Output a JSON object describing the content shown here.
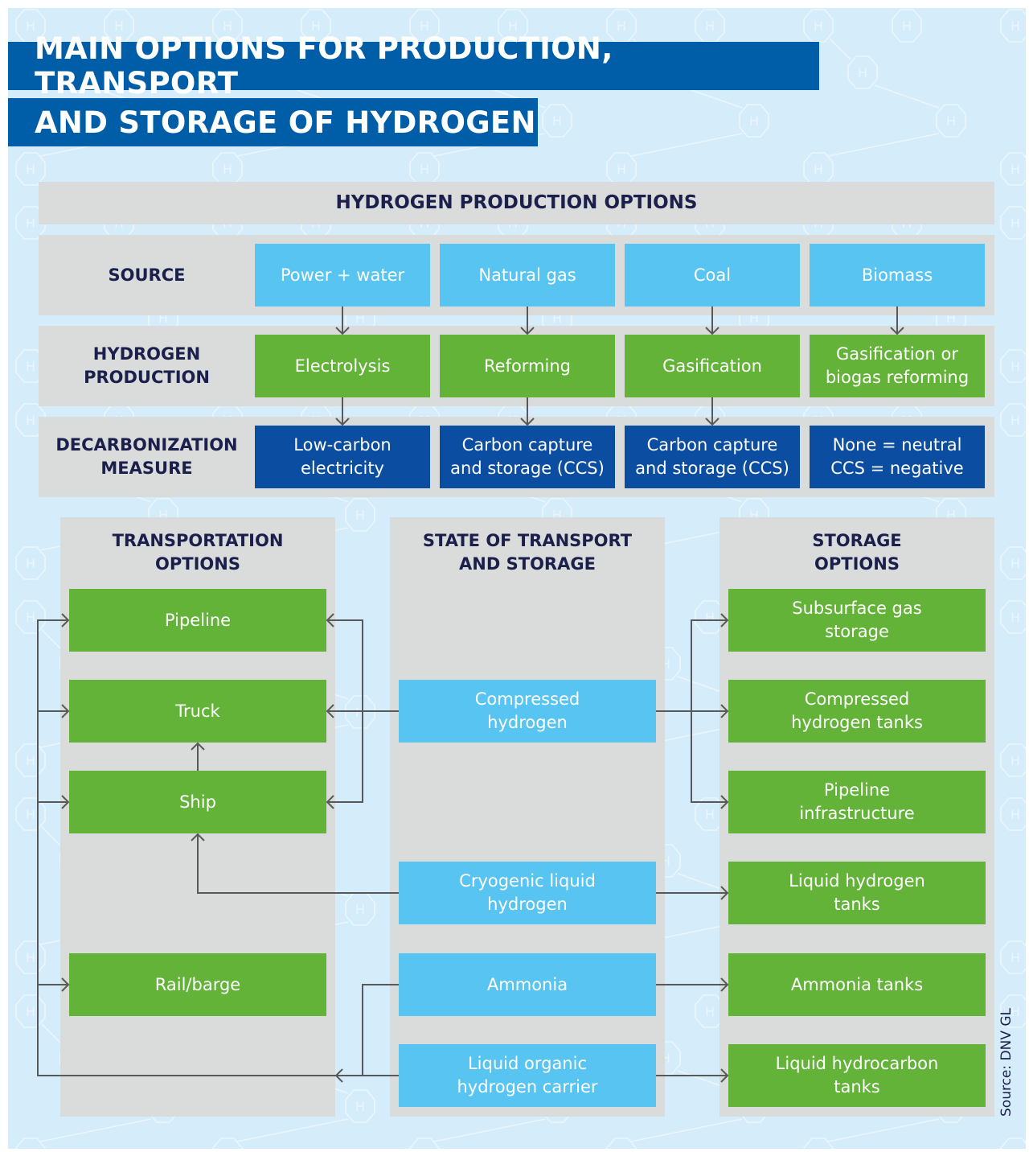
{
  "title": {
    "line1": "MAIN OPTIONS FOR PRODUCTION, TRANSPORT",
    "line2": "AND STORAGE OF HYDROGEN"
  },
  "production": {
    "header": "HYDROGEN PRODUCTION OPTIONS",
    "rows": [
      {
        "label": "SOURCE",
        "cells": [
          "Power + water",
          "Natural gas",
          "Coal",
          "Biomass"
        ]
      },
      {
        "label": "HYDROGEN PRODUCTION",
        "cells": [
          "Electrolysis",
          "Reforming",
          "Gasification",
          "Gasification or biogas reforming"
        ]
      },
      {
        "label": "DECARBONIZATION MEASURE",
        "cells": [
          "Low-carbon electricity",
          "Carbon capture and storage (CCS)",
          "Carbon capture and storage (CCS)",
          "None = neutral CCS = negative"
        ]
      }
    ]
  },
  "transport": {
    "header": "TRANSPORTATION OPTIONS",
    "items": [
      "Pipeline",
      "Truck",
      "Ship",
      "Rail/barge"
    ]
  },
  "state": {
    "header": "STATE OF TRANSPORT AND STORAGE",
    "items": [
      "Compressed hydrogen",
      "Cryogenic liquid hydrogen",
      "Ammonia",
      "Liquid organic hydrogen carrier"
    ]
  },
  "storage": {
    "header": "STORAGE OPTIONS",
    "items": [
      "Subsurface gas storage",
      "Compressed hydrogen tanks",
      "Pipeline infrastructure",
      "Liquid hydrogen tanks",
      "Ammonia tanks",
      "Liquid hydrocarbon tanks"
    ]
  },
  "source": "Source: DNV GL",
  "colors": {
    "title": "#005ea8",
    "panel": "#dadcdb",
    "state": "#58c4f1",
    "option": "#63b338",
    "measure": "#0b4da0",
    "background": "#d5ecfa"
  }
}
